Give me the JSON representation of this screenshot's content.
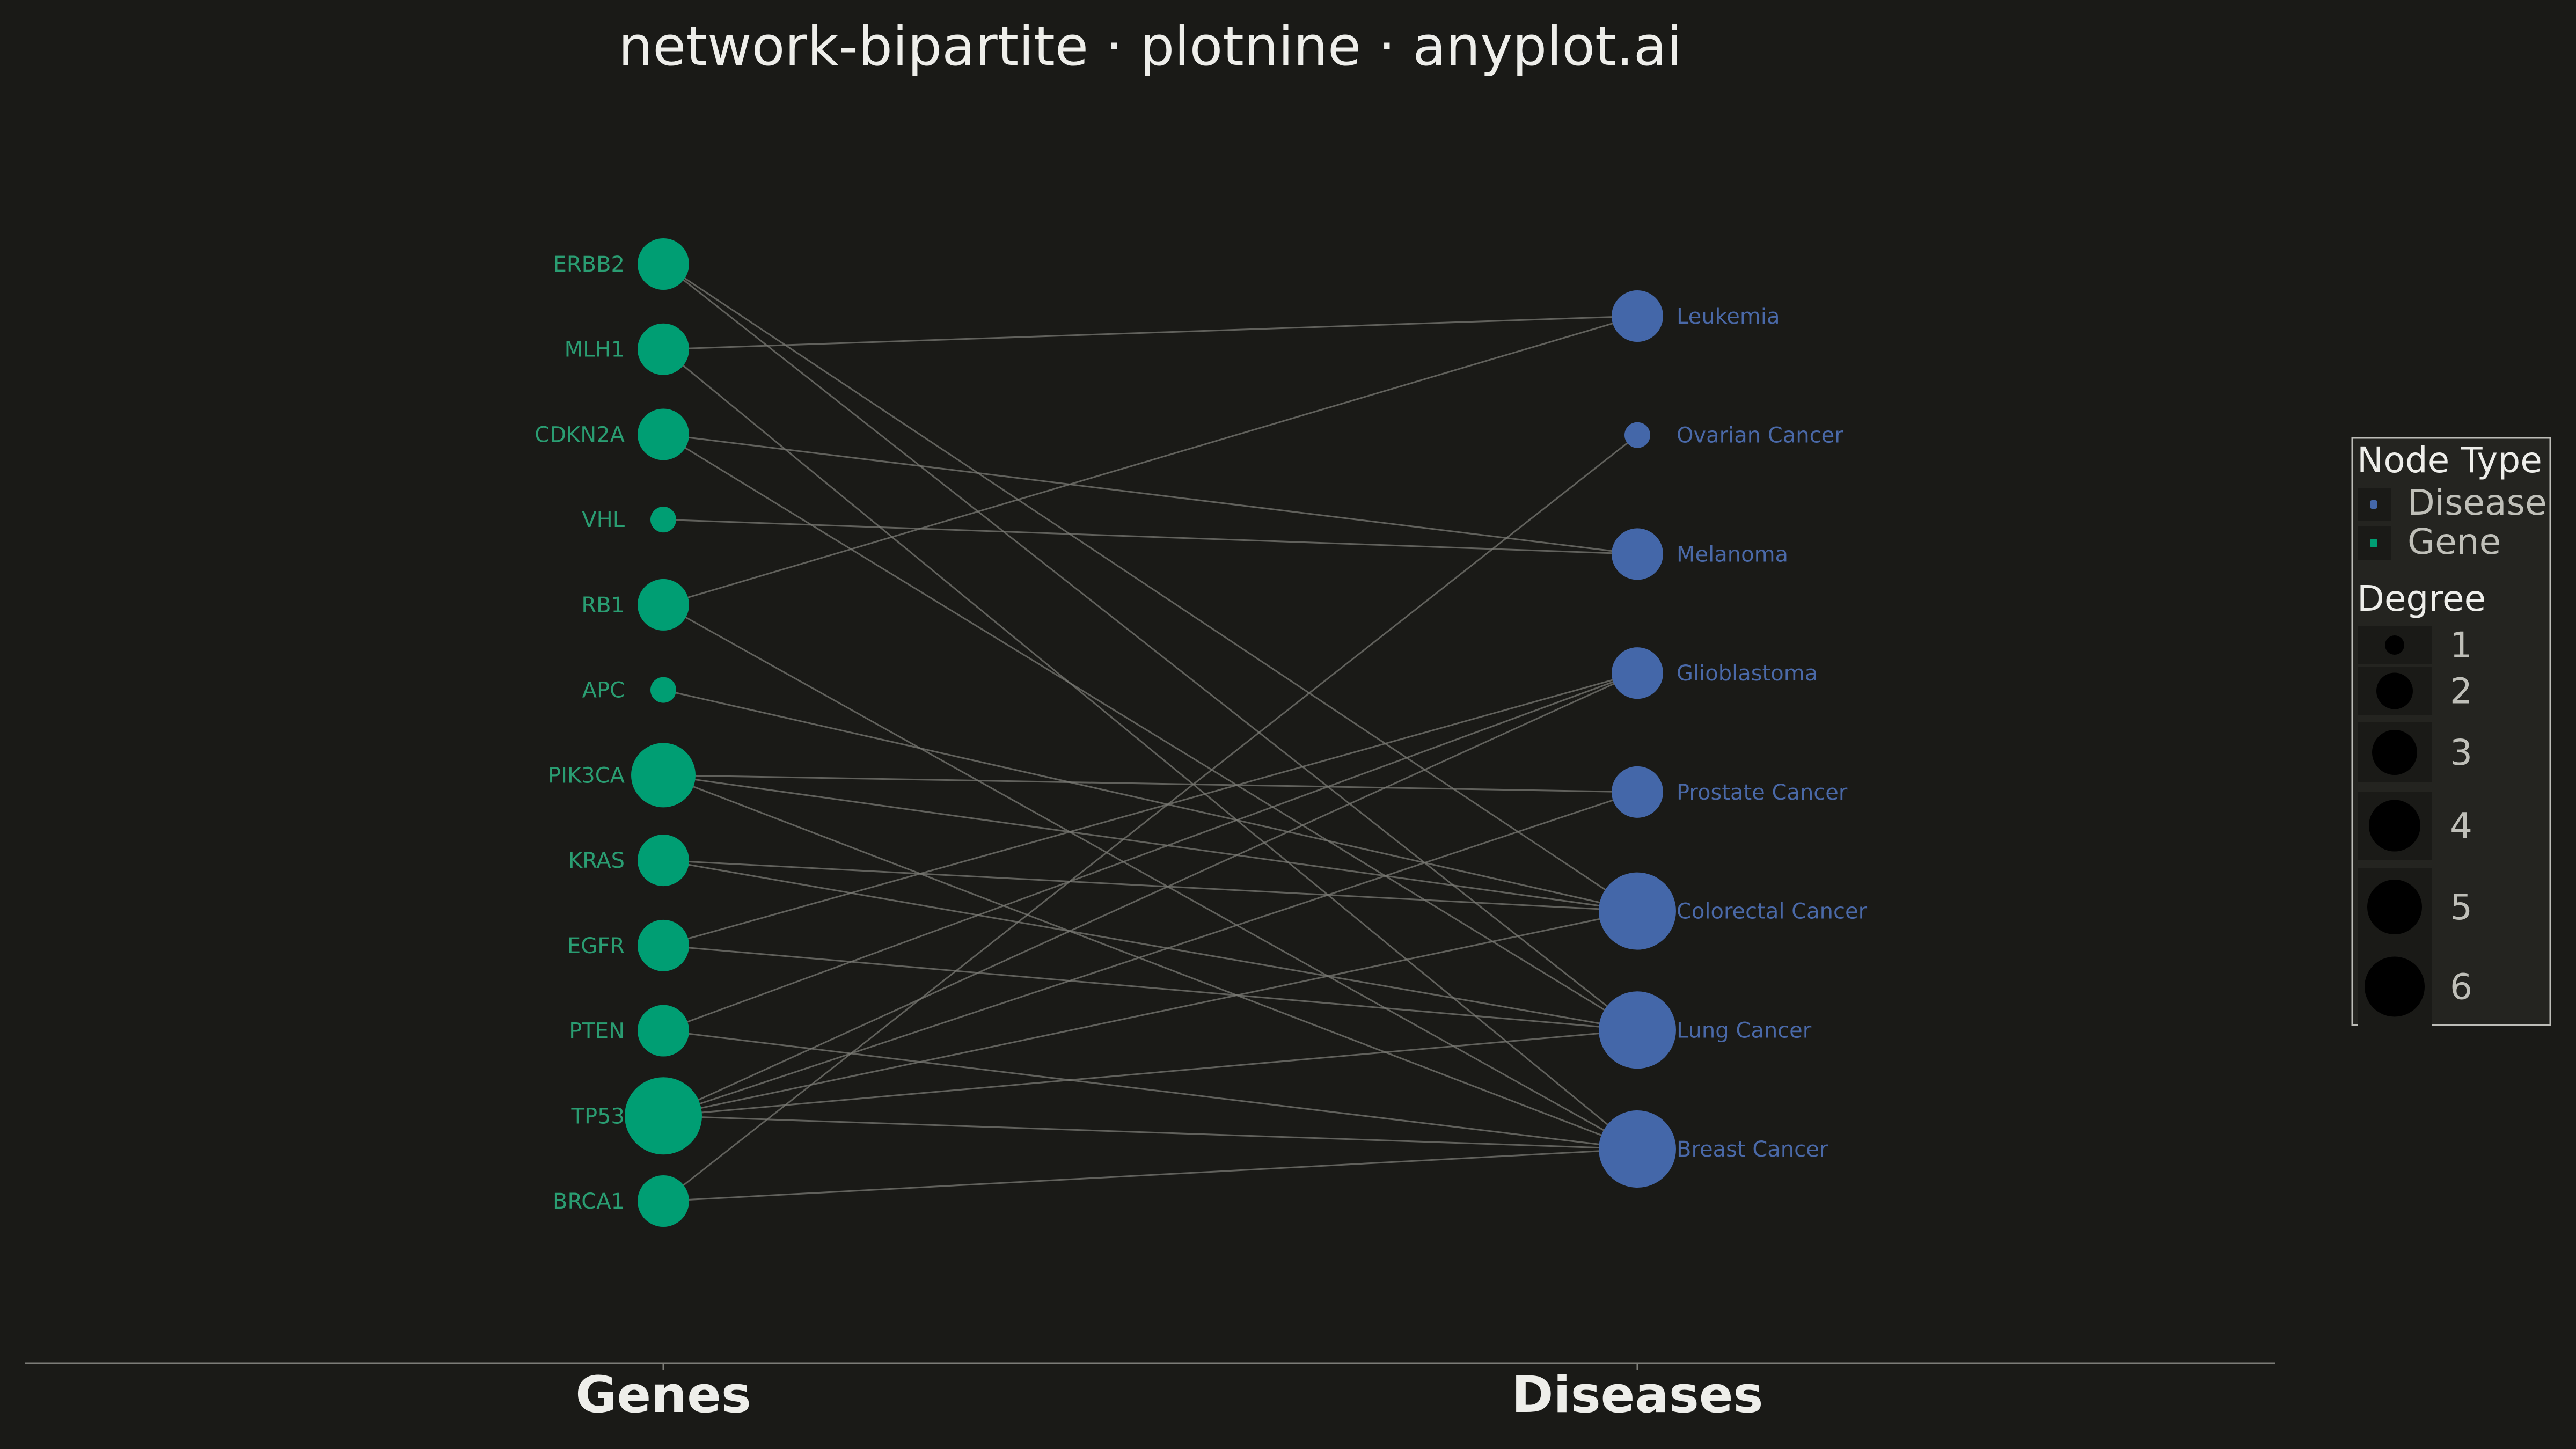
{
  "chart_data": {
    "type": "bipartite-network",
    "title": "network-bipartite · plotnine · anyplot.ai",
    "x_categories": [
      "Genes",
      "Diseases"
    ],
    "colors": {
      "background": "#1a1a17",
      "gene": "#009e73",
      "gene_label": "#2a9d72",
      "disease": "#4467a9",
      "disease_label": "#4a69a8",
      "edge": "#7a7a74",
      "text": "#eeeeea",
      "legend_bg": "#242420",
      "legend_border": "#bdbdb8"
    },
    "genes": [
      {
        "name": "ERBB2",
        "degree": 3
      },
      {
        "name": "MLH1",
        "degree": 3
      },
      {
        "name": "CDKN2A",
        "degree": 3
      },
      {
        "name": "VHL",
        "degree": 1
      },
      {
        "name": "RB1",
        "degree": 3
      },
      {
        "name": "APC",
        "degree": 1
      },
      {
        "name": "PIK3CA",
        "degree": 4
      },
      {
        "name": "KRAS",
        "degree": 3
      },
      {
        "name": "EGFR",
        "degree": 3
      },
      {
        "name": "PTEN",
        "degree": 3
      },
      {
        "name": "TP53",
        "degree": 5
      },
      {
        "name": "BRCA1",
        "degree": 3
      }
    ],
    "diseases": [
      {
        "name": "Leukemia",
        "degree": 3
      },
      {
        "name": "Ovarian Cancer",
        "degree": 1
      },
      {
        "name": "Melanoma",
        "degree": 3
      },
      {
        "name": "Glioblastoma",
        "degree": 3
      },
      {
        "name": "Prostate Cancer",
        "degree": 3
      },
      {
        "name": "Colorectal Cancer",
        "degree": 5
      },
      {
        "name": "Lung Cancer",
        "degree": 5
      },
      {
        "name": "Breast Cancer",
        "degree": 5
      }
    ],
    "edges": [
      [
        "ERBB2",
        "Colorectal Cancer"
      ],
      [
        "ERBB2",
        "Lung Cancer"
      ],
      [
        "MLH1",
        "Leukemia"
      ],
      [
        "MLH1",
        "Breast Cancer"
      ],
      [
        "CDKN2A",
        "Melanoma"
      ],
      [
        "CDKN2A",
        "Lung Cancer"
      ],
      [
        "VHL",
        "Melanoma"
      ],
      [
        "RB1",
        "Leukemia"
      ],
      [
        "RB1",
        "Breast Cancer"
      ],
      [
        "APC",
        "Colorectal Cancer"
      ],
      [
        "PIK3CA",
        "Prostate Cancer"
      ],
      [
        "PIK3CA",
        "Colorectal Cancer"
      ],
      [
        "PIK3CA",
        "Breast Cancer"
      ],
      [
        "KRAS",
        "Colorectal Cancer"
      ],
      [
        "KRAS",
        "Lung Cancer"
      ],
      [
        "EGFR",
        "Glioblastoma"
      ],
      [
        "EGFR",
        "Lung Cancer"
      ],
      [
        "PTEN",
        "Glioblastoma"
      ],
      [
        "PTEN",
        "Breast Cancer"
      ],
      [
        "TP53",
        "Glioblastoma"
      ],
      [
        "TP53",
        "Prostate Cancer"
      ],
      [
        "TP53",
        "Colorectal Cancer"
      ],
      [
        "TP53",
        "Lung Cancer"
      ],
      [
        "TP53",
        "Breast Cancer"
      ],
      [
        "BRCA1",
        "Ovarian Cancer"
      ],
      [
        "BRCA1",
        "Breast Cancer"
      ]
    ],
    "legend": {
      "position": "right",
      "node_type_title": "Node Type",
      "node_types": [
        "Disease",
        "Gene"
      ],
      "degree_title": "Degree",
      "degree_levels": [
        1,
        2,
        3,
        4,
        5,
        6
      ]
    }
  }
}
